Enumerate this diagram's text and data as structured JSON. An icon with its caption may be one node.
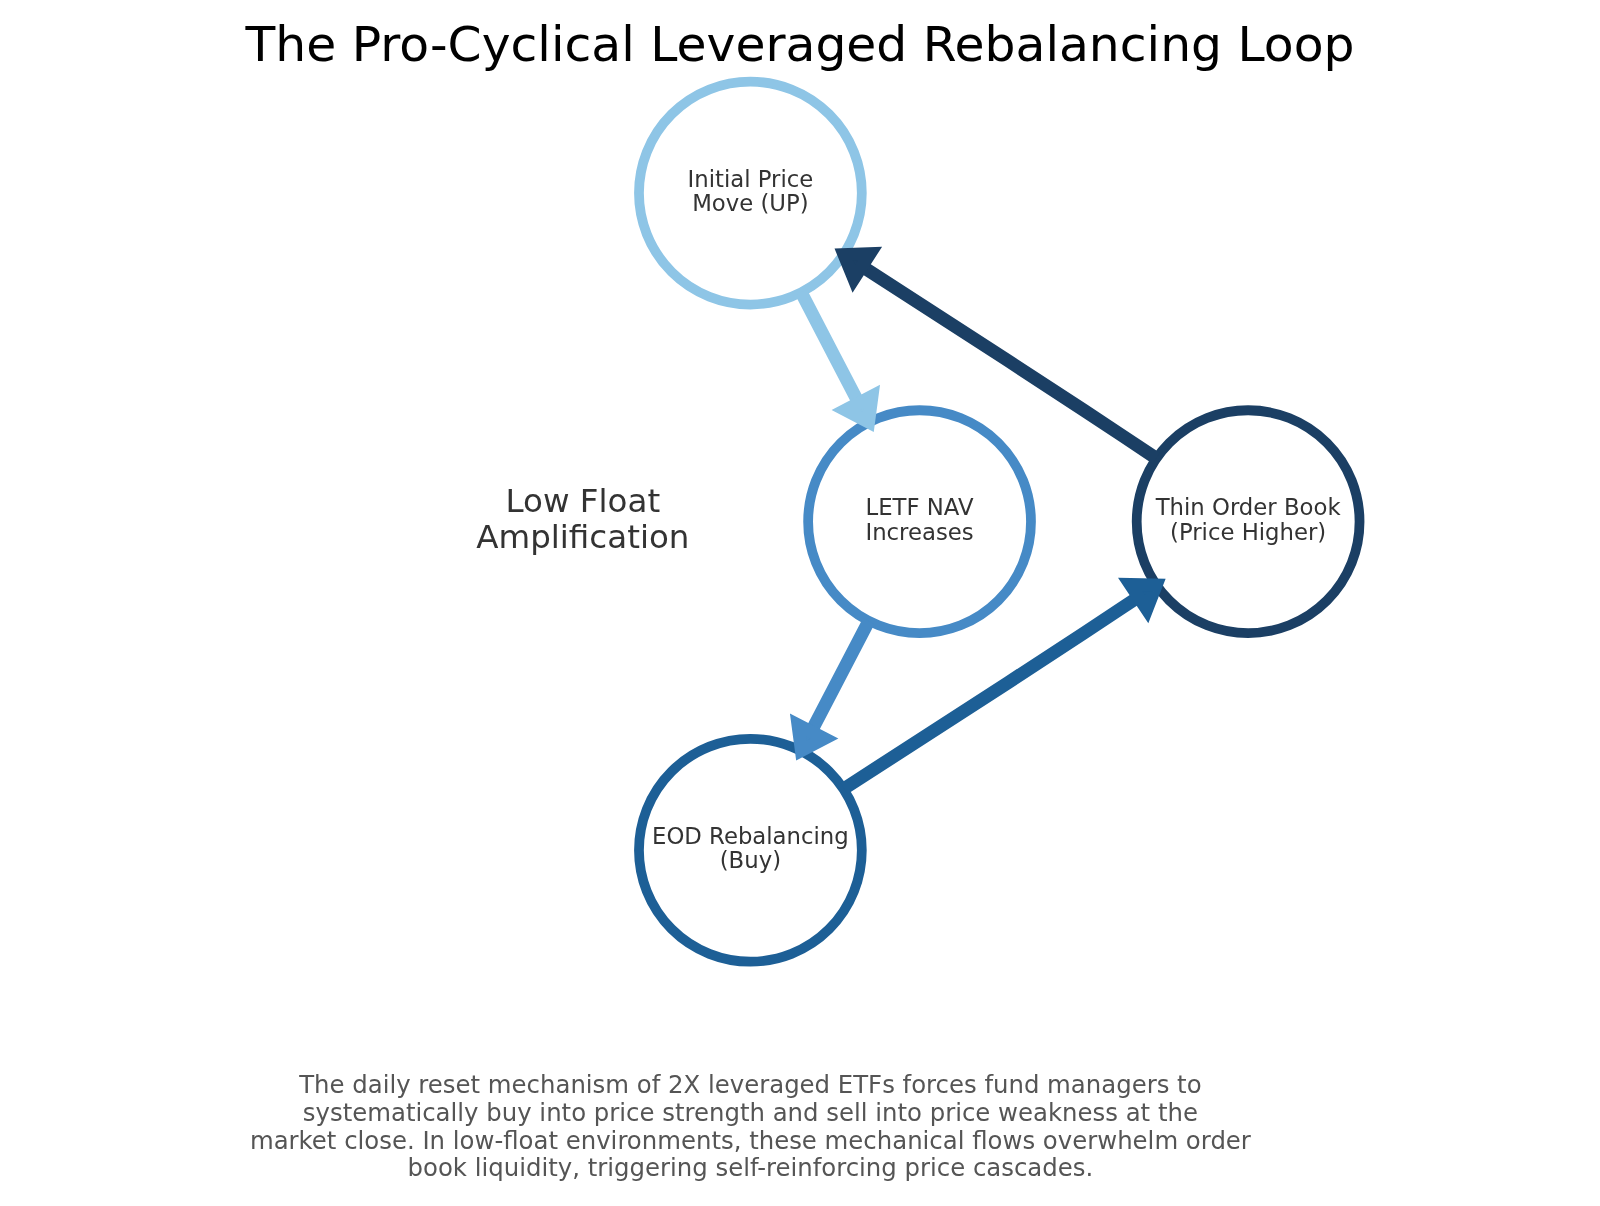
{
  "diagram": {
    "title": "The Pro-Cyclical Leveraged Rebalancing Loop",
    "caption": "The daily reset mechanism of 2X leveraged ETFs forces fund managers to systematically buy into price strength and sell into price weakness at the market close. In low-float environments, these mechanical flows overwhelm order book liquidity, triggering self-reinforcing price cascades.",
    "nodes": [
      {
        "text": [
          "Initial Price Move (UP)"
        ]
      },
      {
        "text": [
          "LETF NAV Increases"
        ]
      },
      {
        "text": [
          "EOD Rebalancing (Buy)"
        ]
      },
      {
        "text": [
          "Thin Order Book (Price Higher)"
        ]
      }
    ],
    "edges": [
      {
        "from": 0,
        "to": 1,
        "arrow": "to",
        "color": "#8ec5e6"
      },
      {
        "from": 1,
        "to": 2,
        "arrow": "to",
        "color": "#468ac6"
      },
      {
        "from": 2,
        "to": 3,
        "arrow": "to",
        "color": "#1d5f96"
      },
      {
        "from": 3,
        "to": 0,
        "arrow": "to",
        "color": "#1b3f64"
      }
    ],
    "labels": [
      "Low Float Amplification"
    ]
  }
}
